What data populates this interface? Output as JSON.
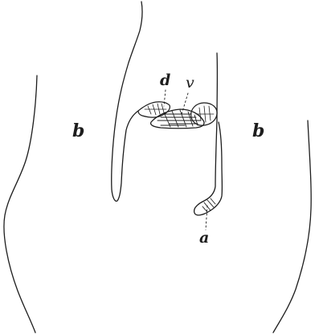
{
  "figure": {
    "labels": {
      "b_left": "b",
      "b_right": "b",
      "d": "d",
      "v": "v",
      "a": "a"
    },
    "colors": {
      "ink": "#1d1d1d",
      "paper": "#ffffff"
    }
  }
}
